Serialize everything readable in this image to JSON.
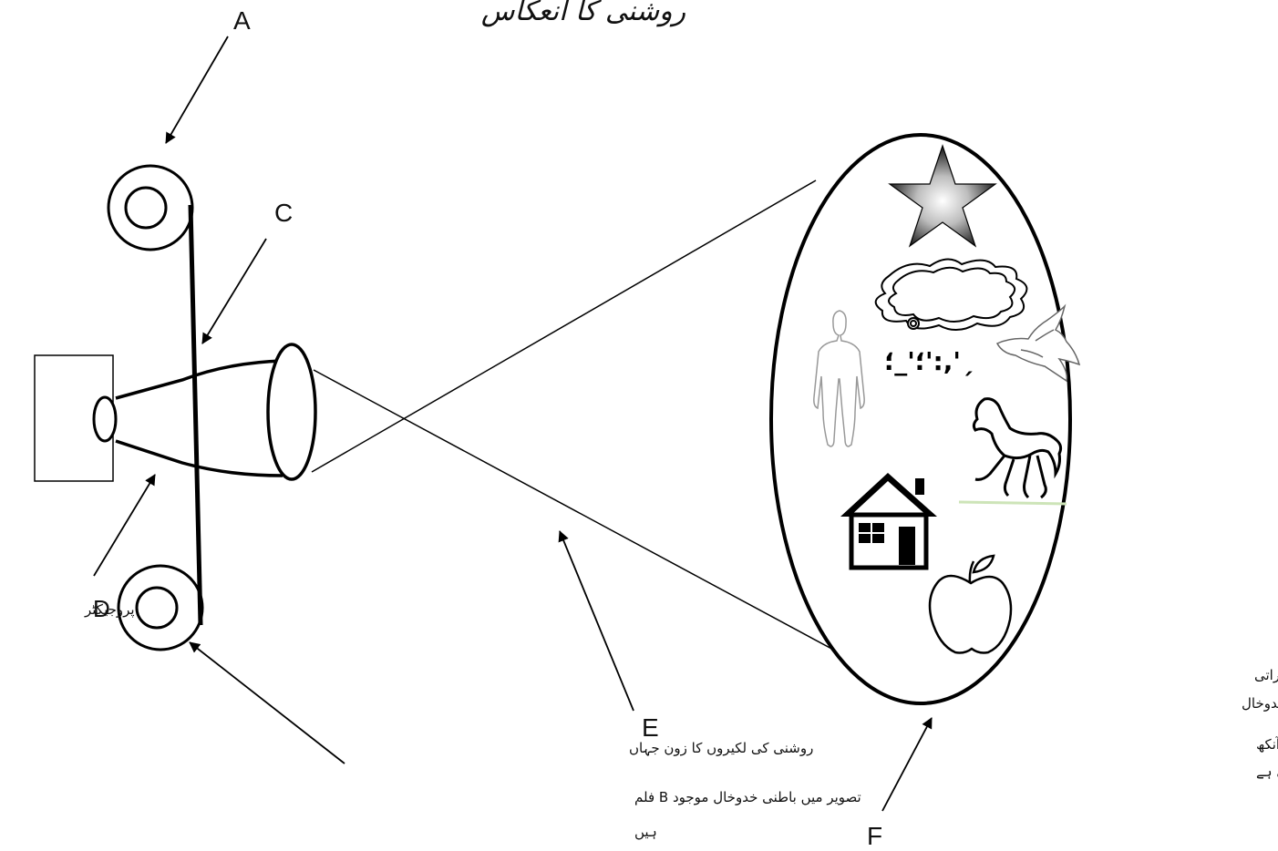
{
  "title": "روشنی کا انعکاس",
  "labels": {
    "a": "A",
    "c": "C",
    "d": "D",
    "e": "E",
    "f": "F"
  },
  "captions": {
    "projector": "پروجیکٹر",
    "light_zone": "روشنی کی لکیروں کا زون جہاں",
    "film_line1": "تصویر میں باطنی خدوخال موجود  B فلم",
    "film_line2": "ہیں",
    "screen_line1": "اسکرین پر مظاہراتی",
    "screen_line2": "خدوخال",
    "image_line1": "تصویر جو مادی آنکھ",
    "image_line2": "سے دکھائی دیتی ہے"
  },
  "screen_scribble": "؛'_؛':,'ˏ"
}
